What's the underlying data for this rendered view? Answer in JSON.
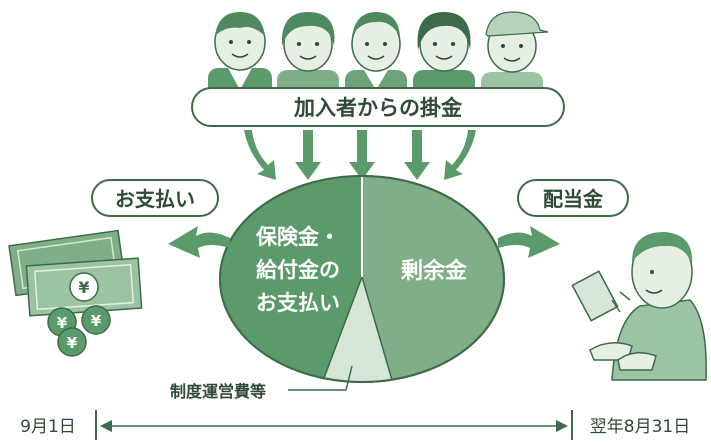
{
  "diagram": {
    "contributions_label": "加入者からの掛金",
    "payout_label": "お支払い",
    "dividend_label": "配当金",
    "pie_left_line1": "保険金・",
    "pie_left_line2": "給付金の",
    "pie_left_line3": "お支払い",
    "pie_right_label": "剰余金",
    "admin_cost_label": "制度運営費等",
    "start_date": "9月1日",
    "end_date": "翌年8月31日",
    "colors": {
      "dark_green": "#5a9a6b",
      "mid_green": "#7fae87",
      "pale_green": "#d6e6d6",
      "outline": "#3d6b49",
      "text": "#2f4a37"
    }
  }
}
